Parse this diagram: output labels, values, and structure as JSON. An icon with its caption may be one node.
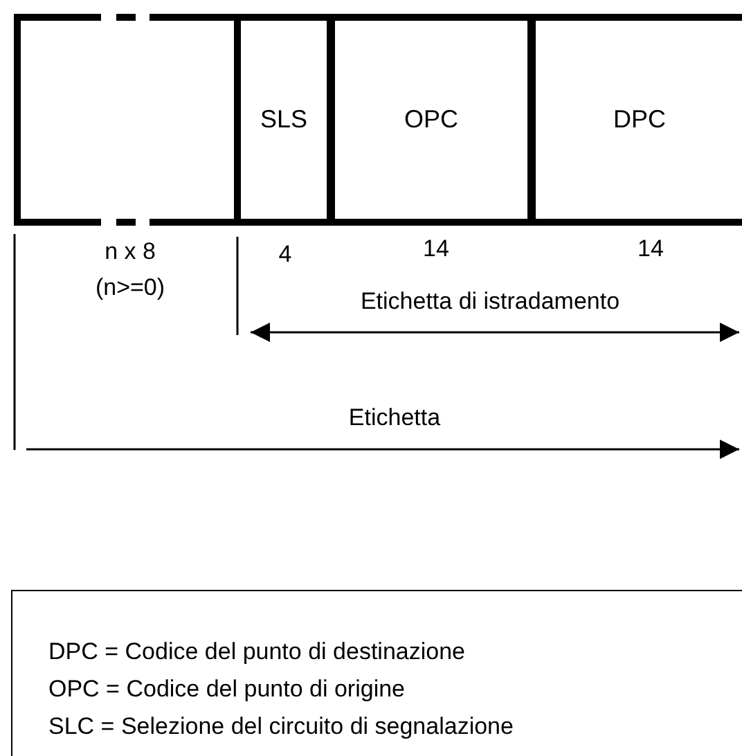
{
  "diagram": {
    "nodes": [
      {
        "text": [],
        "shape": "box"
      },
      {
        "text": [
          "SLS"
        ]
      },
      {
        "text": [
          "OPC"
        ]
      },
      {
        "text": [
          "DPC"
        ]
      },
      {
        "text": [
          "DPC = Codice del punto di destinazione",
          "OPC = Codice del punto di origine",
          "SLC = Selezione del circuito di segnalazione"
        ]
      }
    ],
    "labels": [
      "n x 8",
      "(n>=0)",
      "4",
      "14",
      "14",
      "Etichetta di istradamento",
      "Etichetta"
    ]
  }
}
